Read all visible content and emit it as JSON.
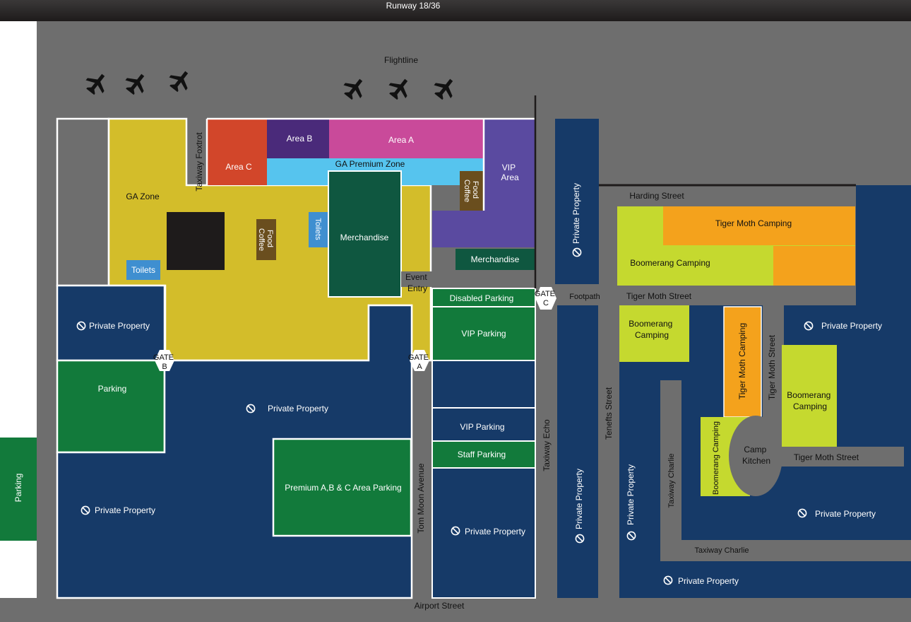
{
  "labels": {
    "runway": "Runway 18/36",
    "flightline": "Flightline",
    "taxiway_foxtrot": "Taxiway Foxtrot",
    "ga_zone": "GA Zone",
    "toilets": "Toilets",
    "food_coffee_1": "Food",
    "food_coffee_2": "Coffee",
    "area_c": "Area C",
    "area_b": "Area B",
    "area_a": "Area A",
    "ga_premium_zone": "GA Premium Zone",
    "vip_area_1": "VIP",
    "vip_area_2": "Area",
    "merchandise": "Merchandise",
    "event_entry_1": "Event",
    "event_entry_2": "Entry",
    "disabled_parking": "Disabled Parking",
    "vip_parking": "VIP Parking",
    "staff_parking": "Staff Parking",
    "private_property": "Private Property",
    "parking": "Parking",
    "premium_parking": "Premium A,B & C Area Parking",
    "gate": "GATE",
    "gate_a": "A",
    "gate_b": "B",
    "gate_c": "C",
    "tom_moon_avenue": "Tom Moon Avenue",
    "airport_street": "Airport Street",
    "taxiway_echo": "Taxiway Echo",
    "footpath": "Footpath",
    "harding_street": "Harding Street",
    "tiger_moth_camping": "Tiger Moth Camping",
    "boomerang_camping": "Boomerang Camping",
    "boomerang": "Boomerang",
    "camping": "Camping",
    "tiger_moth_street": "Tiger Moth Street",
    "tenefts_street": "Tenefts Street",
    "taxiway_charlie": "Taxiway Charlie",
    "camp_kitchen_1": "Camp",
    "camp_kitchen_2": "Kitchen"
  },
  "icons": {
    "aircraft": "airplane-icon",
    "no_entry": "no-entry-icon"
  },
  "colors": {
    "ground": "#6e6e6e",
    "ga_zone": "#d3bd2a",
    "private": "#163a68",
    "parking": "#127a3b",
    "merch": "#0f5740",
    "area_a": "#c94a9a",
    "area_b": "#4a2a7a",
    "area_c": "#d2462a",
    "premium": "#56c4ee",
    "vip": "#5a4aa0",
    "toilets": "#3f8fd0",
    "food": "#6a4e1e",
    "tiger": "#f4a21c",
    "boomerang": "#c5d92f",
    "runway": "#1e1b1b"
  }
}
